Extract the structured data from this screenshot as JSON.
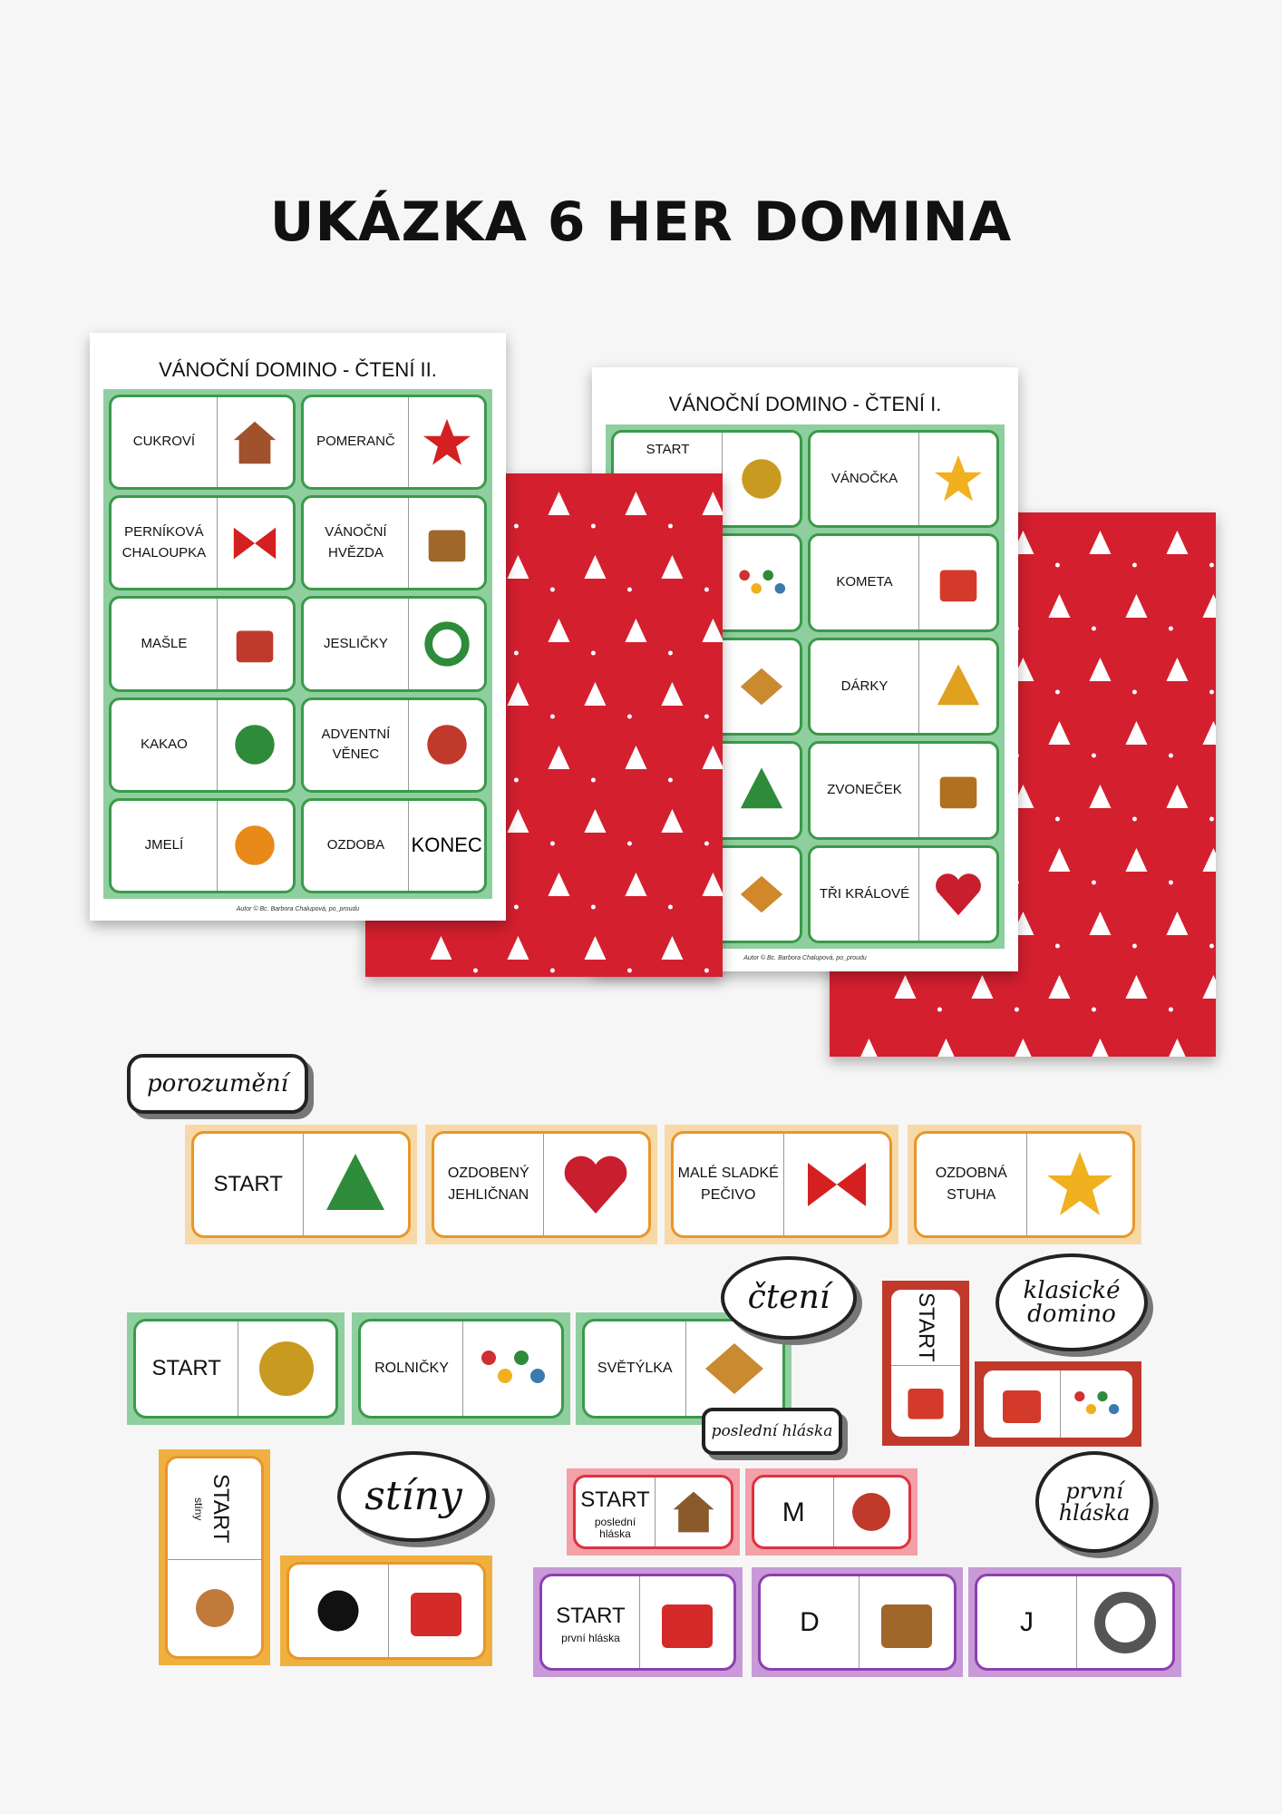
{
  "title": "UKÁZKA 6 HER DOMINA",
  "sheet_ii": {
    "title": "VÁNOČNÍ DOMINO - ČTENÍ II.",
    "author": "Autor © Bc. Barbora Chalupová, po_proudu",
    "cards": [
      {
        "text": "CUKROVÍ",
        "icon": "gingerbread-house"
      },
      {
        "text": "POMERANČ",
        "icon": "poinsettia"
      },
      {
        "text": "PERNÍKOVÁ CHALOUPKA",
        "icon": "bow"
      },
      {
        "text": "VÁNOČNÍ HVĚZDA",
        "icon": "manger"
      },
      {
        "text": "MAŠLE",
        "icon": "mug"
      },
      {
        "text": "JESLIČKY",
        "icon": "advent-wreath"
      },
      {
        "text": "KAKAO",
        "icon": "mistletoe"
      },
      {
        "text": "ADVENTNÍ VĚNEC",
        "icon": "ornament"
      },
      {
        "text": "JMELÍ",
        "icon": "orange-slice"
      },
      {
        "text": "OZDOBA",
        "icon": "",
        "right_text": "KONEC"
      }
    ]
  },
  "sheet_i": {
    "title": "VÁNOČNÍ DOMINO - ČTENÍ I.",
    "author": "Autor © Bc. Barbora Chalupová, po_proudu",
    "cards": [
      {
        "text": "START",
        "icon": "jingle-bells"
      },
      {
        "text": "VÁNOČKA",
        "icon": "shooting-star"
      },
      {
        "text": "",
        "icon": "string-lights"
      },
      {
        "text": "KOMETA",
        "icon": "gifts"
      },
      {
        "text": "",
        "icon": "carp"
      },
      {
        "text": "DÁRKY",
        "icon": "bell"
      },
      {
        "text": "",
        "icon": "christmas-tree"
      },
      {
        "text": "ZVONEČEK",
        "icon": "three-kings"
      },
      {
        "text": "",
        "icon": "braided-bread"
      },
      {
        "text": "TŘI KRÁLOVÉ",
        "icon": "heart-cookie"
      }
    ]
  },
  "bubbles": {
    "porozumeni": "porozumění",
    "cteni": "čtení",
    "klasicke": "klasické domino",
    "stiny": "stíny",
    "posledni": "poslední hláska",
    "prvni": "první hláska"
  },
  "games": [
    {
      "name": "porozumeni",
      "color": "#e8962a",
      "bg": "#f7d9a8",
      "tiles": [
        {
          "text": "START",
          "icon": "christmas-tree"
        },
        {
          "text": "OZDOBENÝ JEHLIČNAN",
          "icon": "heart-cookie"
        },
        {
          "text": "MALÉ SLADKÉ PEČIVO",
          "icon": "bow"
        },
        {
          "text": "OZDOBNÁ STUHA",
          "icon": "shooting-star"
        }
      ]
    },
    {
      "name": "cteni",
      "color": "#3a9a4a",
      "bg": "#8fcf9f",
      "tiles": [
        {
          "text": "START",
          "icon": "jingle-bells"
        },
        {
          "text": "ROLNIČKY",
          "icon": "string-lights"
        },
        {
          "text": "SVĚTÝLKA",
          "icon": "carp"
        }
      ]
    },
    {
      "name": "klasicke",
      "color": "#c0392b",
      "bg": "#c0392b",
      "tiles": [
        {
          "text": "START",
          "icon": "gifts"
        },
        {
          "text": "",
          "icon": "gifts",
          "icon2": "string-lights"
        }
      ]
    },
    {
      "name": "stiny",
      "color": "#e8962a",
      "bg": "#f0b040",
      "tiles": [
        {
          "text": "START",
          "sub": "stíny",
          "icon": "gingerbread-man"
        },
        {
          "text": "",
          "icon": "gingerbread-shadow",
          "icon2": "envelope"
        }
      ]
    },
    {
      "name": "posledni",
      "color": "#e03040",
      "bg": "#f4a0a8",
      "tiles": [
        {
          "text": "START",
          "sub": "poslední hláska",
          "icon": "nativity"
        },
        {
          "text": "M",
          "icon": "ornament"
        }
      ]
    },
    {
      "name": "prvni",
      "color": "#8e3fb0",
      "bg": "#c89ad8",
      "tiles": [
        {
          "text": "START",
          "sub": "první hláska",
          "icon": "envelope"
        },
        {
          "text": "D",
          "icon": "manger"
        },
        {
          "text": "J",
          "icon": "snowman"
        }
      ]
    }
  ]
}
